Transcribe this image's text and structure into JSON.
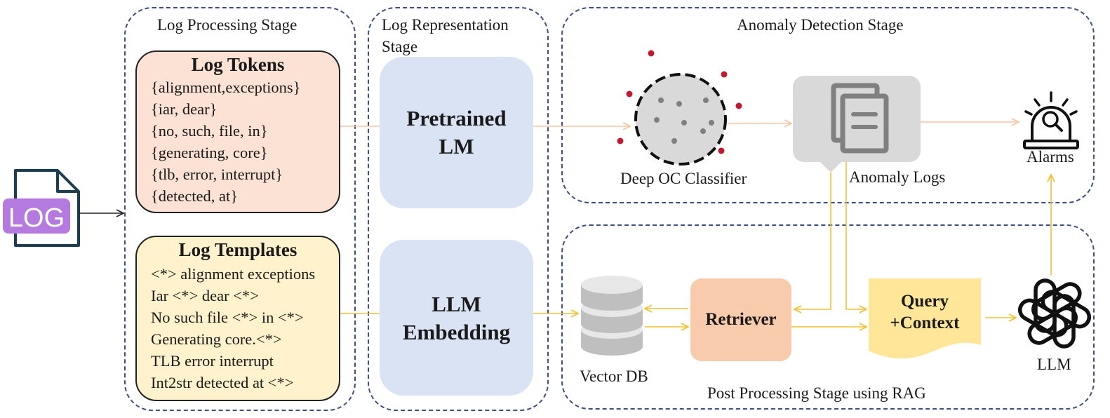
{
  "stages": {
    "log_processing": "Log Processing Stage",
    "log_representation_line1": "Log Representation",
    "log_representation_line2": "Stage",
    "anomaly_detection": "Anomaly Detection Stage",
    "post_processing": "Post Processing Stage using RAG"
  },
  "log_icon_text": "LOG",
  "log_tokens": {
    "title": "Log Tokens",
    "lines": [
      "{alignment,exceptions}",
      "{iar, dear}",
      "{no, such, file, in}",
      "{generating, core}",
      "{tlb, error, interrupt}",
      "{detected, at}"
    ]
  },
  "log_templates": {
    "title": "Log Templates",
    "lines": [
      "<*> alignment exceptions",
      "Iar <*> dear <*>",
      "No such file <*> in <*>",
      "Generating core.<*>",
      "TLB error interrupt",
      "Int2str detected at <*>"
    ]
  },
  "pretrained_lm": {
    "line1": "Pretrained",
    "line2": "LM"
  },
  "llm_embedding": {
    "line1": "LLM",
    "line2": "Embedding"
  },
  "labels": {
    "deep_oc": "Deep OC Classifier",
    "anomaly_logs": "Anomaly Logs",
    "alarms": "Alarms",
    "vector_db": "Vector DB",
    "retriever": "Retriever",
    "query_line1": "Query",
    "query_line2": "+Context",
    "llm": "LLM"
  },
  "colors": {
    "stage_border": "#3b4f86",
    "tokens_fill": "#fbe2d5",
    "templates_fill": "#fff2cc",
    "lm_fill": "#dae3f4",
    "retriever_fill": "#f8cbad",
    "query_fill": "#ffe699",
    "yellow_arrow": "#f2c232",
    "peach_arrow": "#f6c6a6",
    "outlier_red": "#c0182f",
    "log_purple": "#b57ae0"
  }
}
